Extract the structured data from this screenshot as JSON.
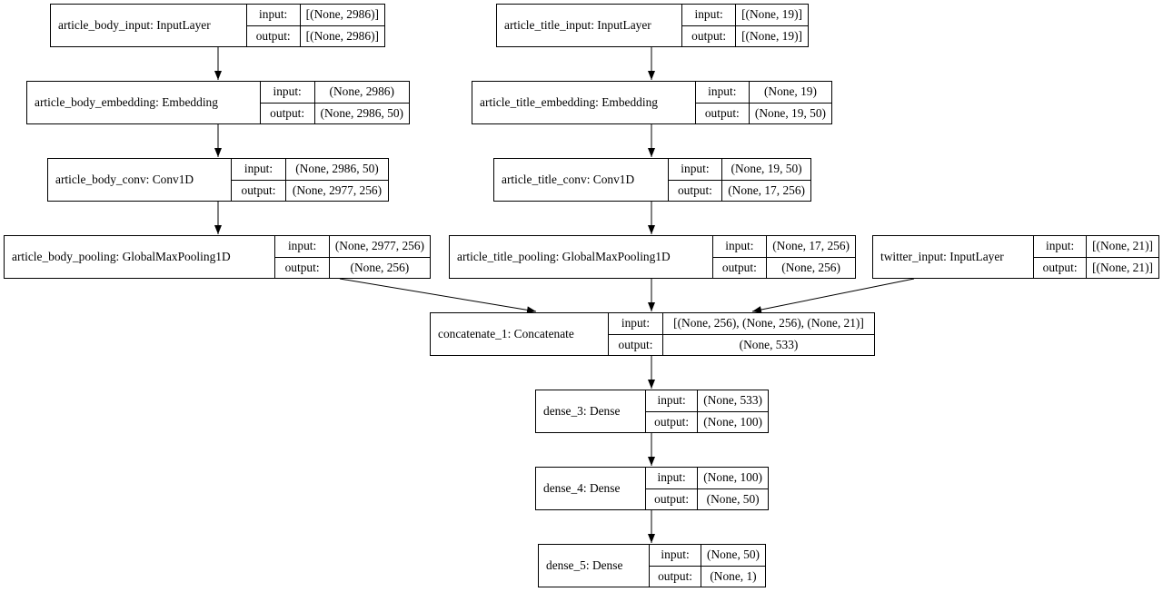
{
  "nodes": [
    {
      "id": "n1",
      "name": "article_body_input: InputLayer",
      "input_label": "input:",
      "output_label": "output:",
      "input": "[(None, 2986)]",
      "output": "[(None, 2986)]"
    },
    {
      "id": "n2",
      "name": "article_title_input: InputLayer",
      "input_label": "input:",
      "output_label": "output:",
      "input": "[(None, 19)]",
      "output": "[(None, 19)]"
    },
    {
      "id": "n3",
      "name": "article_body_embedding: Embedding",
      "input_label": "input:",
      "output_label": "output:",
      "input": "(None, 2986)",
      "output": "(None, 2986, 50)"
    },
    {
      "id": "n4",
      "name": "article_title_embedding: Embedding",
      "input_label": "input:",
      "output_label": "output:",
      "input": "(None, 19)",
      "output": "(None, 19, 50)"
    },
    {
      "id": "n5",
      "name": "article_body_conv: Conv1D",
      "input_label": "input:",
      "output_label": "output:",
      "input": "(None, 2986, 50)",
      "output": "(None, 2977, 256)"
    },
    {
      "id": "n6",
      "name": "article_title_conv: Conv1D",
      "input_label": "input:",
      "output_label": "output:",
      "input": "(None, 19, 50)",
      "output": "(None, 17, 256)"
    },
    {
      "id": "n7",
      "name": "article_body_pooling: GlobalMaxPooling1D",
      "input_label": "input:",
      "output_label": "output:",
      "input": "(None, 2977, 256)",
      "output": "(None, 256)"
    },
    {
      "id": "n8",
      "name": "article_title_pooling: GlobalMaxPooling1D",
      "input_label": "input:",
      "output_label": "output:",
      "input": "(None, 17, 256)",
      "output": "(None, 256)"
    },
    {
      "id": "n9",
      "name": "twitter_input: InputLayer",
      "input_label": "input:",
      "output_label": "output:",
      "input": "[(None, 21)]",
      "output": "[(None, 21)]"
    },
    {
      "id": "n10",
      "name": "concatenate_1: Concatenate",
      "input_label": "input:",
      "output_label": "output:",
      "input": "[(None, 256), (None, 256), (None, 21)]",
      "output": "(None, 533)"
    },
    {
      "id": "n11",
      "name": "dense_3: Dense",
      "input_label": "input:",
      "output_label": "output:",
      "input": "(None, 533)",
      "output": "(None, 100)"
    },
    {
      "id": "n12",
      "name": "dense_4: Dense",
      "input_label": "input:",
      "output_label": "output:",
      "input": "(None, 100)",
      "output": "(None, 50)"
    },
    {
      "id": "n13",
      "name": "dense_5: Dense",
      "input_label": "input:",
      "output_label": "output:",
      "input": "(None, 50)",
      "output": "(None, 1)"
    }
  ],
  "edges": [
    [
      "n1",
      "n3"
    ],
    [
      "n3",
      "n5"
    ],
    [
      "n5",
      "n7"
    ],
    [
      "n2",
      "n4"
    ],
    [
      "n4",
      "n6"
    ],
    [
      "n6",
      "n8"
    ],
    [
      "n7",
      "n10"
    ],
    [
      "n8",
      "n10"
    ],
    [
      "n9",
      "n10"
    ],
    [
      "n10",
      "n11"
    ],
    [
      "n11",
      "n12"
    ],
    [
      "n12",
      "n13"
    ]
  ]
}
